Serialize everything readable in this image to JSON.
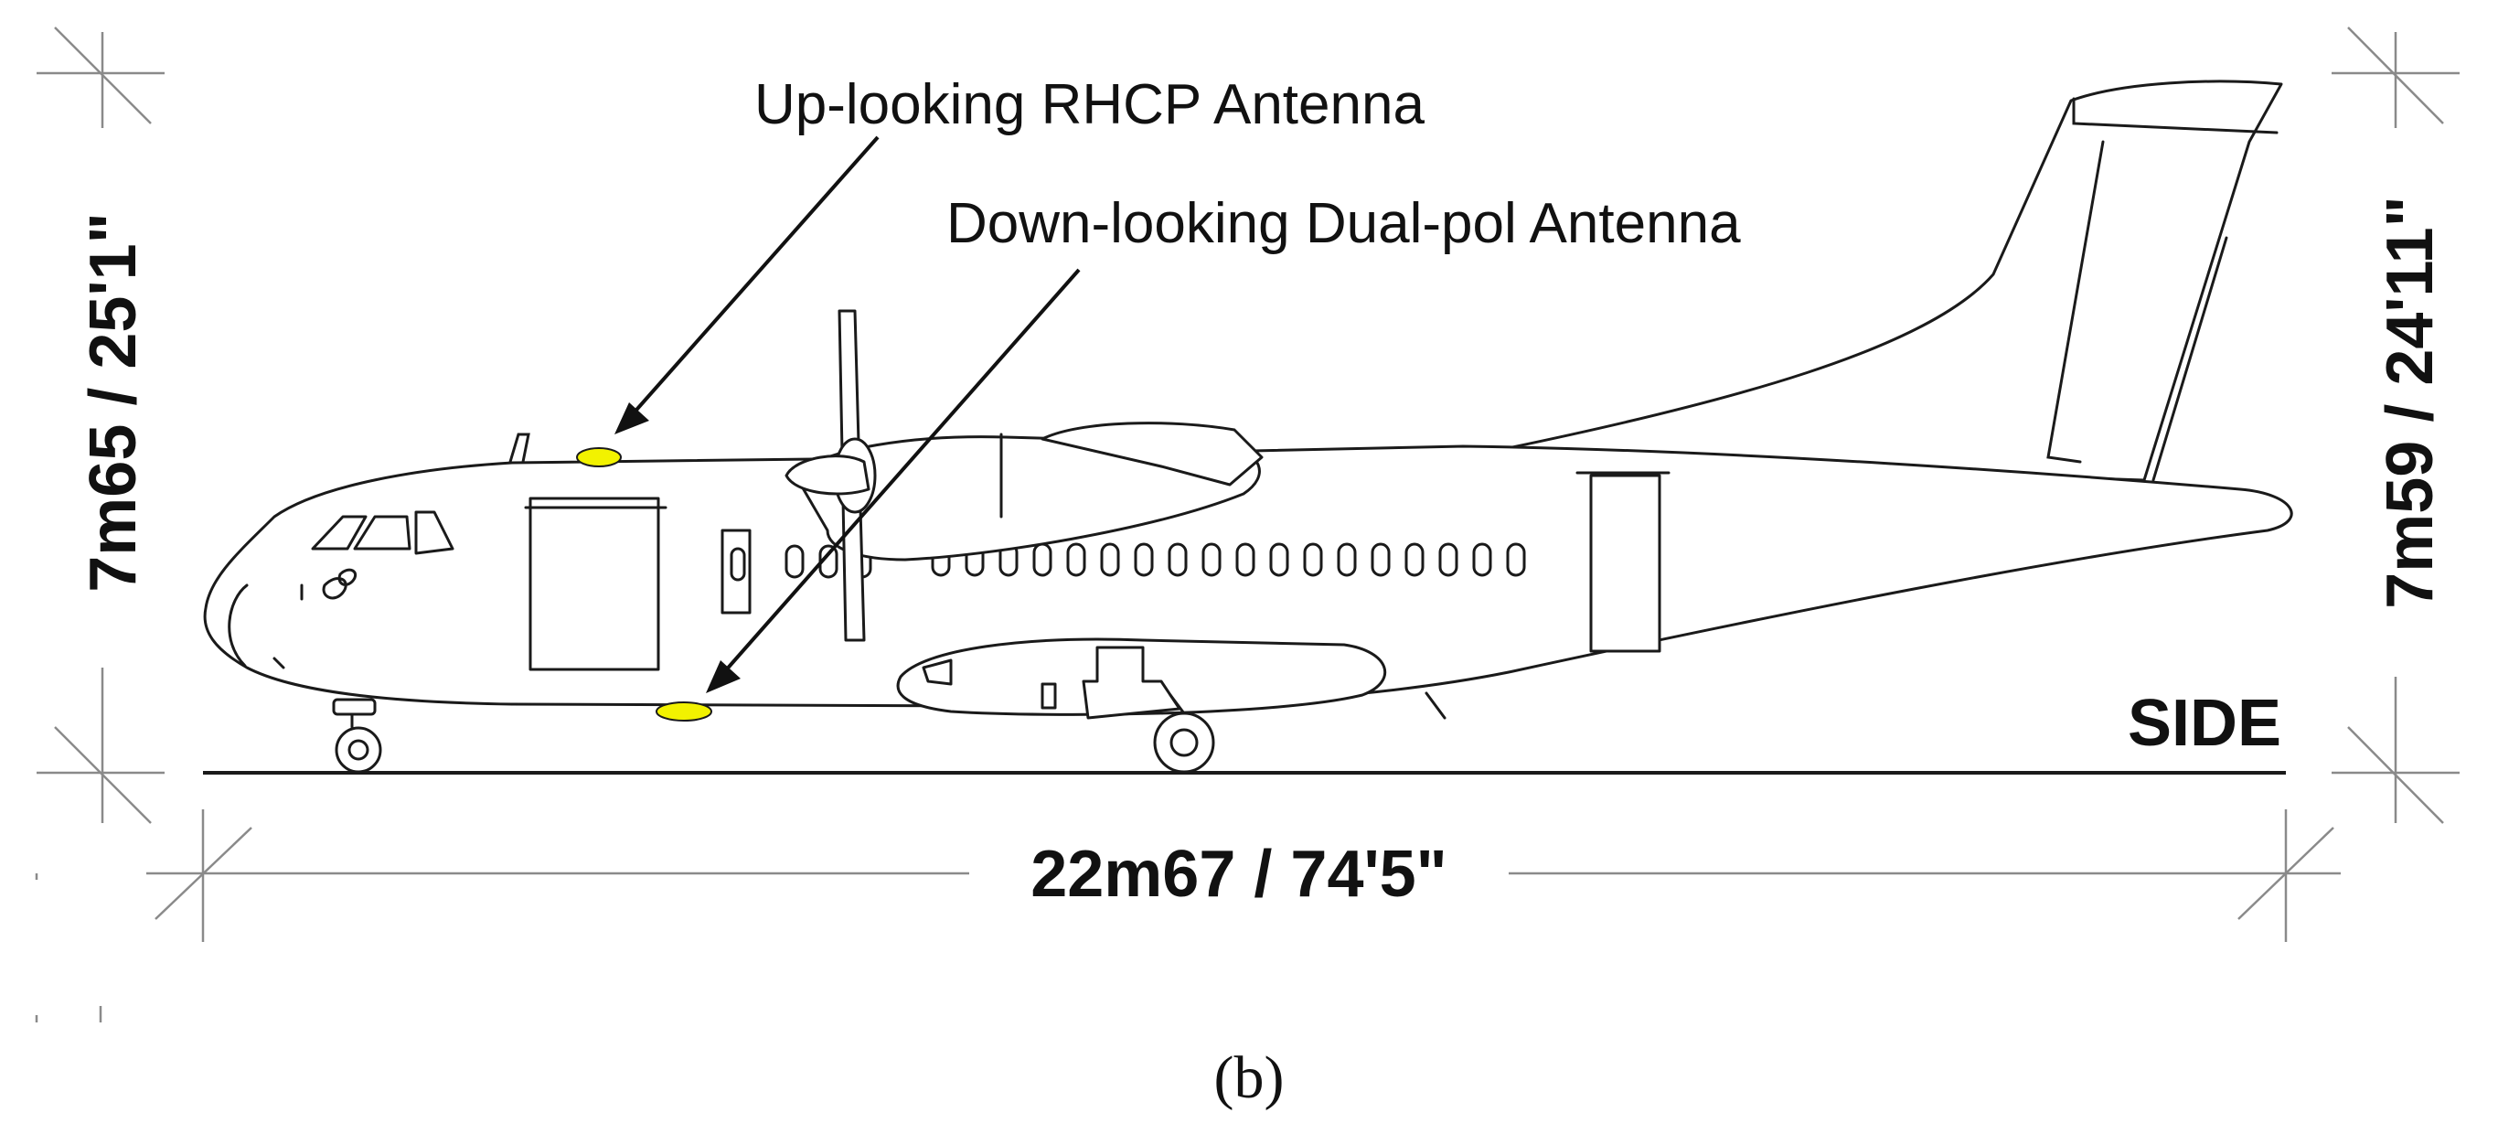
{
  "figure": {
    "label_up_antenna": "Up-looking RHCP Antenna",
    "label_down_antenna": "Down-looking Dual-pol Antenna",
    "view_label": "SIDE",
    "dim_height_front": "7m65 / 25'1\"",
    "dim_height_rear": "7m59 / 24'11\"",
    "dim_length": "22m67 / 74'5\"",
    "caption": "(b)"
  },
  "colors": {
    "antenna": "#f2f200",
    "outline": "#1a1a1a",
    "dimension_line": "#8a8a8a"
  }
}
